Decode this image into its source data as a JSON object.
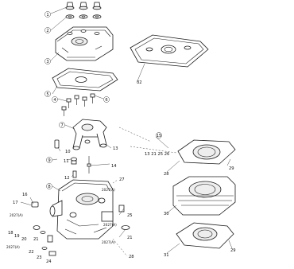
{
  "diagram": {
    "callouts": {
      "c1": "1",
      "c2": "2",
      "c3": "3",
      "c4": "4",
      "c5": "5",
      "c6": "6",
      "c7": "7",
      "c8": "8",
      "c9": "9",
      "c10": "10",
      "c11": "11",
      "c12": "12",
      "c13": "13",
      "c14": "14",
      "c15": "15",
      "c16": "16",
      "c17": "17",
      "c18": "18",
      "c19": "19",
      "c20": "20",
      "c21a": "21",
      "c21b": "21",
      "c22": "22",
      "c23": "23",
      "c24": "24",
      "c25": "25",
      "c26": "26",
      "c27": "27",
      "c28": "28",
      "c28b": "28",
      "c29": "29",
      "c29b": "29",
      "c30": "30",
      "c31": "31",
      "c32": "32",
      "ref_group": "13 21 25 26",
      "ref_15": "15"
    },
    "codes": {
      "k1": "2027(A)",
      "k2": "2027(A)",
      "k3": "2027(A)",
      "k4": "2027(A)",
      "k5": "2027(A)"
    }
  }
}
